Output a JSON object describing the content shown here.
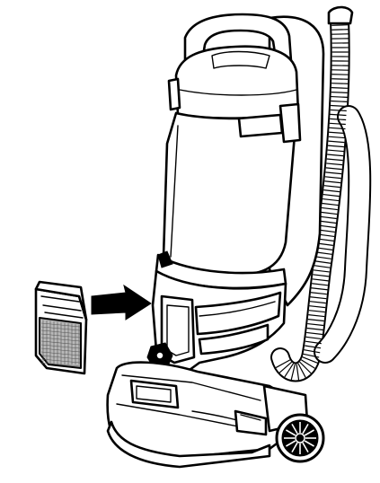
{
  "figure": {
    "subject": "upright-vacuum-cleaner",
    "part": "filter",
    "instruction_arrow": "insert-filter-into-compartment"
  },
  "colors": {
    "line": "#000000",
    "background": "#ffffff",
    "mesh": "#b8b8b8"
  },
  "icons": {
    "arrow": "right-arrow-icon",
    "wheel": "wheel-icon"
  }
}
